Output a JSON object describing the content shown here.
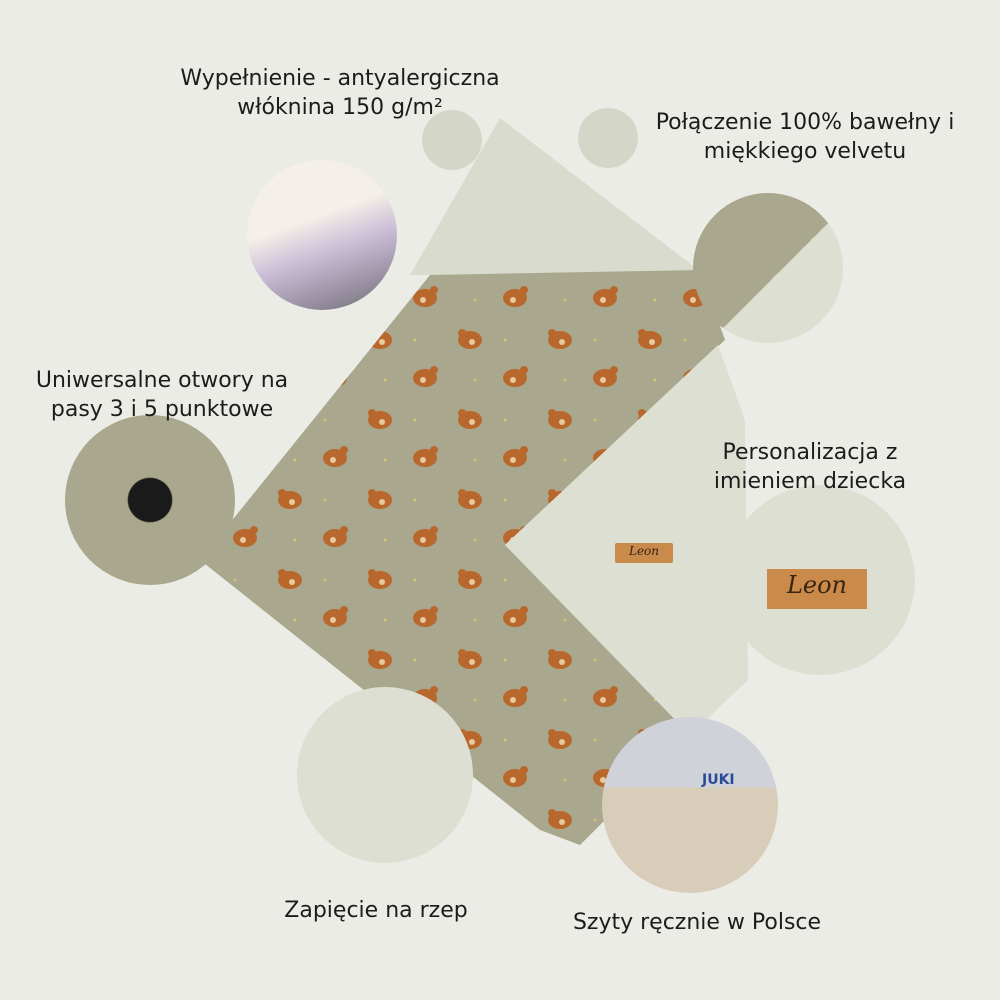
{
  "features": [
    {
      "id": "filling",
      "lines": [
        "Wypełnienie - antyalergiczna",
        "włóknina 150 g/m²"
      ]
    },
    {
      "id": "fabric",
      "lines": [
        "Połączenie 100% bawełny i",
        "miękkiego velvetu"
      ]
    },
    {
      "id": "straps",
      "lines": [
        "Uniwersalne otwory na",
        "pasy 3 i 5 punktowe"
      ]
    },
    {
      "id": "personalization",
      "lines": [
        "Personalizacja z",
        "imieniem dziecka"
      ]
    },
    {
      "id": "velcro",
      "lines": [
        "Zapięcie na rzep"
      ]
    },
    {
      "id": "handmade",
      "lines": [
        "Szyty ręcznie w Polsce"
      ]
    }
  ],
  "name_tag": "Leon",
  "machine_brand": "JUKI",
  "colors": {
    "background": "#ecece6",
    "olive": "#a9a78d",
    "velvet": "#dcdfd2",
    "bear": "#b8682c",
    "tag": "#c98a4a"
  }
}
